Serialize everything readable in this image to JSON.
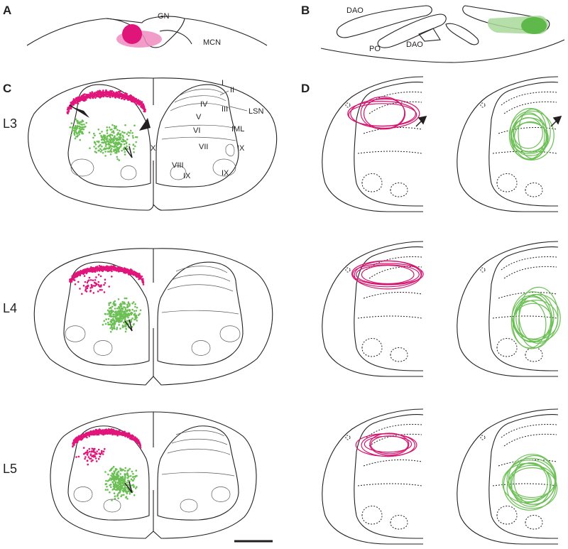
{
  "colors": {
    "pink": "#e0157a",
    "pink_light": "#f08cc0",
    "green": "#6cbf55",
    "green_light": "#a8d89a",
    "outline": "#231f20"
  },
  "panels": {
    "A": {
      "letter": "A",
      "labels": {
        "gn": "GN",
        "mcn": "MCN"
      }
    },
    "B": {
      "letter": "B",
      "labels": {
        "dao_top": "DAO",
        "po": "PO",
        "dao_bottom": "DAO"
      }
    },
    "C": {
      "letter": "C",
      "segments": [
        "L3",
        "L4",
        "L5"
      ],
      "laminae": {
        "I": "I",
        "II": "II",
        "III": "III",
        "IV": "IV",
        "V": "V",
        "VI": "VI",
        "VII": "VII",
        "VIII": "VIII",
        "IX_lateral": "IX",
        "IX_ventral": "IX",
        "IX_medial": "IX",
        "X": "X",
        "LSN": "LSN",
        "IML": "IML"
      }
    },
    "D": {
      "letter": "D"
    }
  }
}
